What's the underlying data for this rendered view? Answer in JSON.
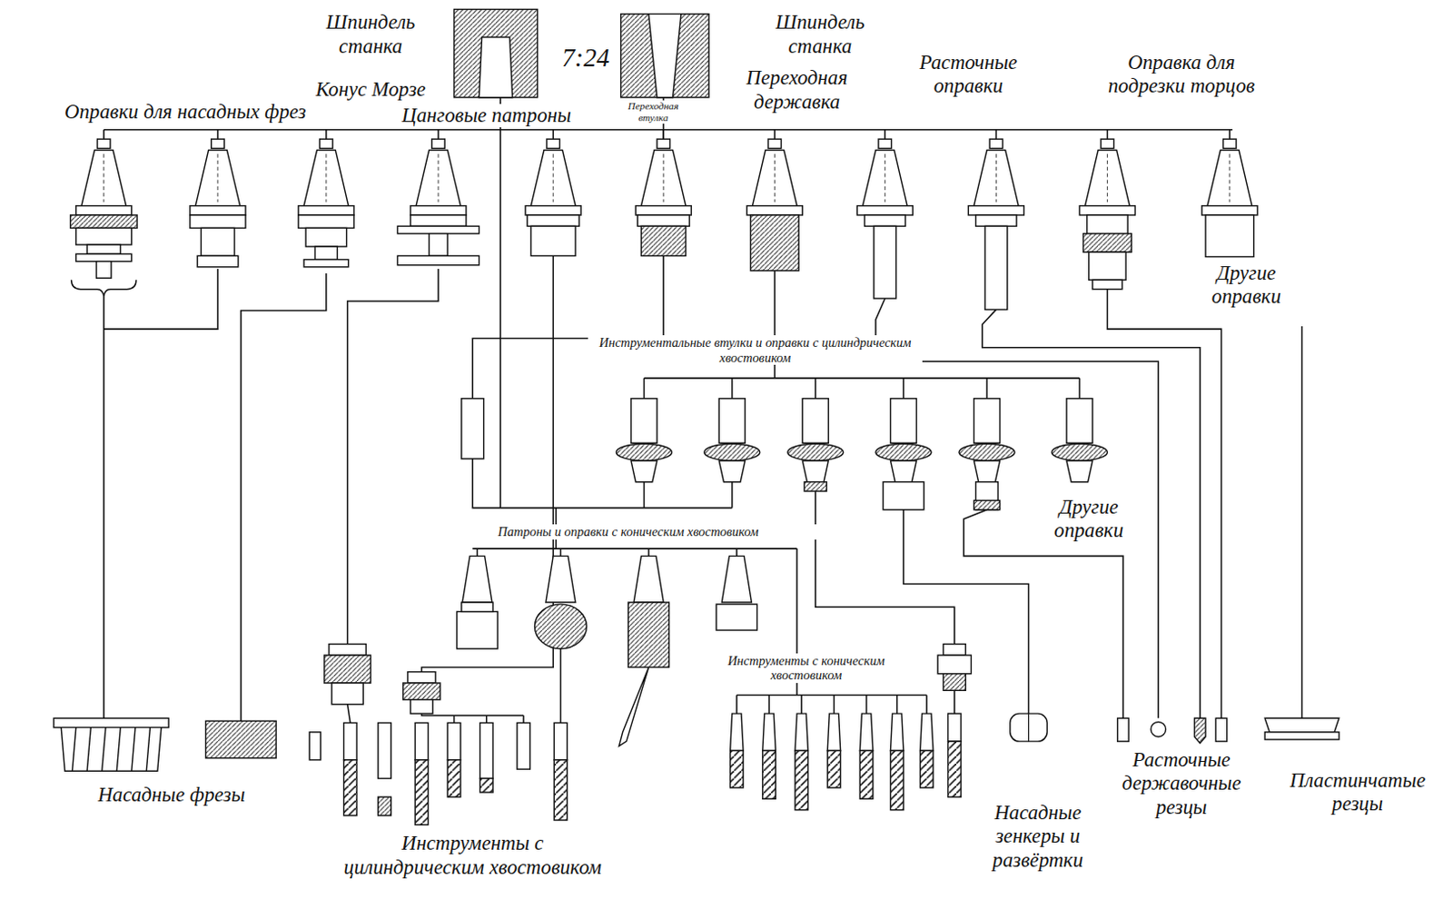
{
  "diagram": {
    "labels": [
      "Шпиндель станка",
      "Конус Морзе",
      "7:24",
      "Шпиндель станка",
      "Переходная втулка",
      "Переходная державка",
      "Оправки для насадных фрез",
      "Цанговые патроны",
      "Расточные оправки",
      "Оправка для подрезки торцов",
      "Другие оправки",
      "Инструментальные втулки и оправки с цилиндрическим хвостовиком",
      "Другие оправки",
      "Патроны и оправки с коническим хвостовиком",
      "Инструменты с коническим хвостовиком",
      "Насадные фрезы",
      "Инструменты с цилиндрическим хвостовиком",
      "Насадные зенкеры и развёртки",
      "Расточные державочные резцы",
      "Пластинчатые резцы"
    ]
  }
}
